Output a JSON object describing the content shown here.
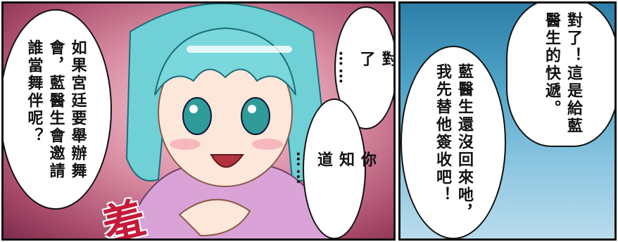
{
  "panel_left": {
    "bubble_question": "如果宮廷要舉辦舞\n會，藍醫生會邀請\n誰當舞伴呢？",
    "bubble_right": "對\n了\n……",
    "bubble_know": "你\n知\n道\n……",
    "sfx": "羞"
  },
  "panel_right": {
    "bubble_top": "對了！這是給藍\n醫生的快遞。",
    "bubble_main": "藍醫生還沒回來吔，\n我先替他簽收吧！"
  }
}
